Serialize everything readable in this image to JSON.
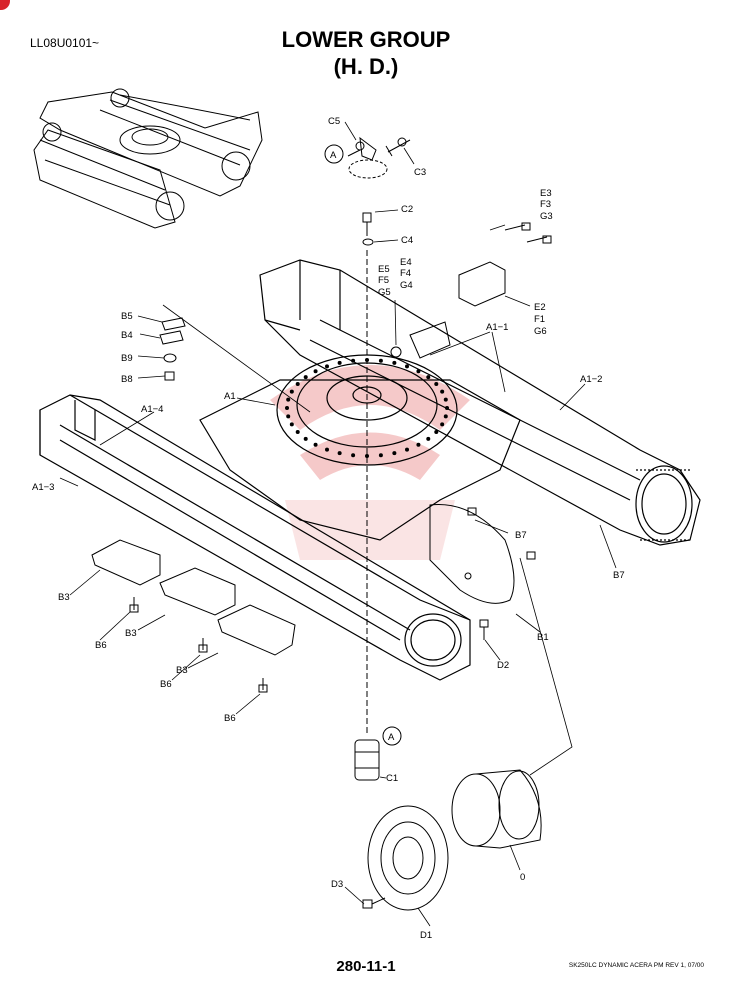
{
  "header": {
    "doc_id": "LL08U0101~",
    "title_line1": "LOWER GROUP",
    "title_line2": "(H. D.)"
  },
  "labels": {
    "C5": "C5",
    "C3": "C3",
    "C2": "C2",
    "C4": "C4",
    "A_top": "A",
    "A_bottom": "A",
    "E3F3G3": [
      "E3",
      "F3",
      "G3"
    ],
    "E4F4G4": [
      "E4",
      "F4",
      "G4"
    ],
    "E5F5G5": [
      "E5",
      "F5",
      "G5"
    ],
    "E2F1G6": [
      "E2",
      "F1",
      "G6"
    ],
    "A1_1": "A1−1",
    "A1_2": "A1−2",
    "A1_3": "A1−3",
    "A1_4": "A1−4",
    "A1": "A1",
    "B5": "B5",
    "B4": "B4",
    "B9": "B9",
    "B8": "B8",
    "B7a": "B7",
    "B7b": "B7",
    "B1": "B1",
    "D2": "D2",
    "B3a": "B3",
    "B3b": "B3",
    "B3c": "B3",
    "B6a": "B6",
    "B6b": "B6",
    "B6c": "B6",
    "C1": "C1",
    "zero": "0",
    "D3": "D3",
    "D1": "D1"
  },
  "footer": {
    "page_number": "280-11-1",
    "model_rev": "SK250LC DYNAMIC ACERA PM REV  1, 07/00"
  },
  "colors": {
    "watermark": "#f2b8b8",
    "corner_tab": "#d8232a",
    "line": "#000000"
  }
}
